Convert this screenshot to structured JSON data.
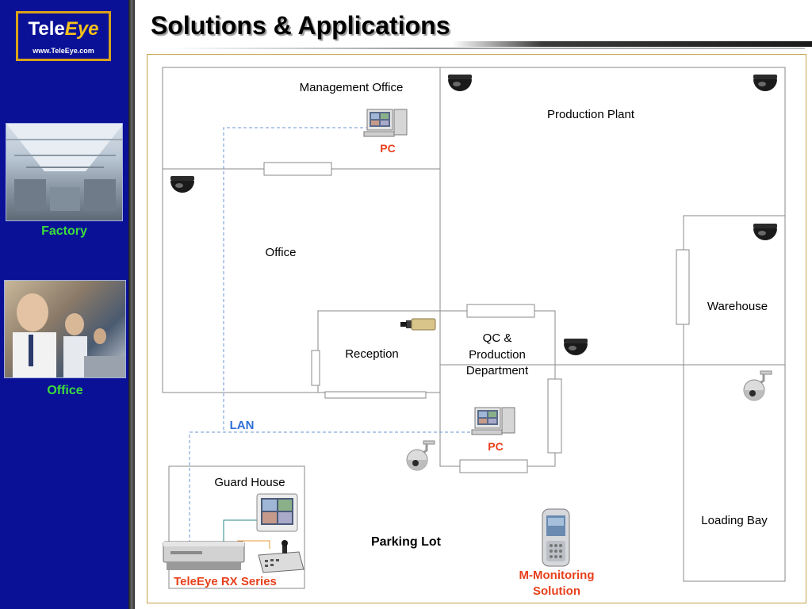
{
  "sidebar": {
    "logo": {
      "name_part1": "Tele",
      "name_part2": "Eye",
      "url": "www.TeleEye.com"
    },
    "items": [
      {
        "label": "Factory",
        "image": "factory-photo"
      },
      {
        "label": "Office",
        "image": "office-photo"
      }
    ]
  },
  "header": {
    "title": "Solutions & Applications"
  },
  "colors": {
    "sidebar_bg": "#0a1196",
    "label_green": "#3ddc3d",
    "pc_red": "#e8401c",
    "lan_blue": "#2d6fd6",
    "frame": "#c8a24a"
  },
  "diagram": {
    "rooms": {
      "management_office": "Management Office",
      "production_plant": "Production Plant",
      "office": "Office",
      "warehouse": "Warehouse",
      "reception": "Reception",
      "qc_line1": "QC &",
      "qc_line2": "Production",
      "qc_line3": "Department",
      "guard_house": "Guard House",
      "loading_bay": "Loading Bay",
      "parking_lot": "Parking Lot"
    },
    "labels": {
      "pc_top": "PC",
      "pc_bottom": "PC",
      "lan": "LAN",
      "rx_series": "TeleEye RX Series",
      "mobile_line1": "M-Monitoring",
      "mobile_line2": "Solution"
    },
    "icons": [
      "dome-camera-icon",
      "box-camera-icon",
      "ptz-camera-icon",
      "pc-icon",
      "monitor-icon",
      "dvr-icon",
      "keyboard-controller-icon",
      "mobile-phone-icon"
    ]
  }
}
